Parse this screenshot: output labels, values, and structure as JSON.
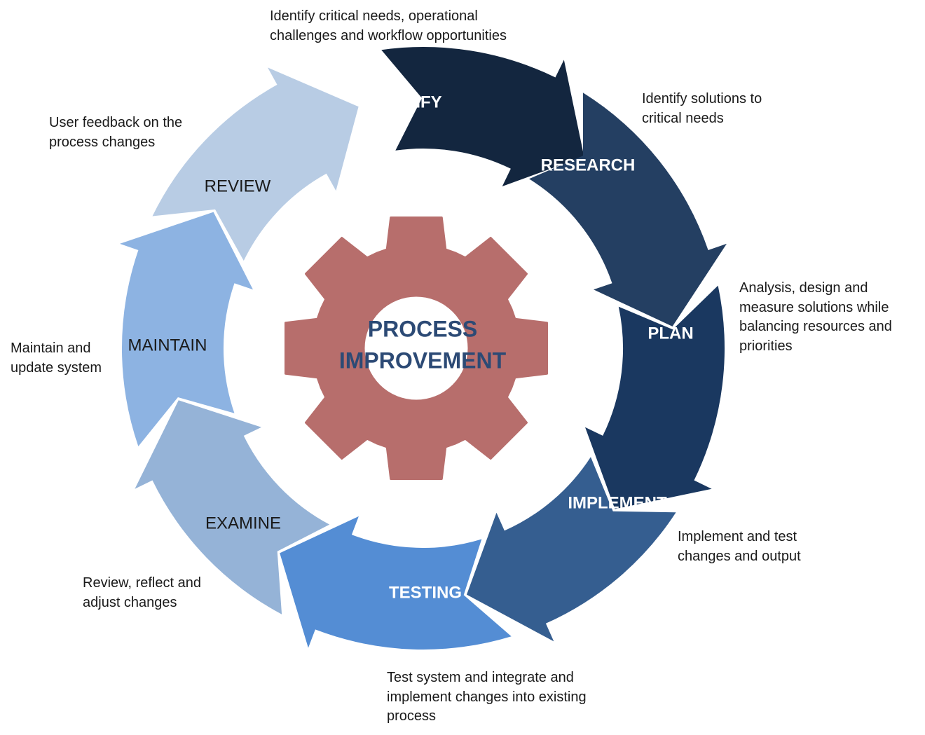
{
  "center": {
    "line1": "PROCESS",
    "line2": "IMPROVEMENT",
    "gear_color": "#b76e6c",
    "text_color": "#2c4a75"
  },
  "stages": [
    {
      "id": "identify",
      "label": "IDENTIFY",
      "color": "#13263f",
      "text_color": "#ffffff",
      "bold": true,
      "description": [
        "Identify critical needs, operational",
        "challenges and workflow opportunities"
      ]
    },
    {
      "id": "research",
      "label": "RESEARCH",
      "color": "#243f62",
      "text_color": "#ffffff",
      "bold": true,
      "description": [
        "Identify solutions to",
        "critical needs"
      ]
    },
    {
      "id": "plan",
      "label": "PLAN",
      "color": "#1a3860",
      "text_color": "#ffffff",
      "bold": true,
      "description": [
        "Analysis, design and",
        "measure solutions while",
        "balancing resources and",
        "priorities"
      ]
    },
    {
      "id": "implement",
      "label": "IMPLEMENT",
      "color": "#355e90",
      "text_color": "#ffffff",
      "bold": true,
      "description": [
        "Implement and test",
        "changes and output"
      ]
    },
    {
      "id": "testing",
      "label": "TESTING",
      "color": "#548dd4",
      "text_color": "#ffffff",
      "bold": true,
      "description": [
        "Test system and integrate and",
        "implement  changes into existing",
        "process"
      ]
    },
    {
      "id": "examine",
      "label": "EXAMINE",
      "color": "#95b3d7",
      "text_color": "#1a1a1a",
      "bold": false,
      "description": [
        "Review, reflect and",
        "adjust changes"
      ]
    },
    {
      "id": "maintain",
      "label": "MAINTAIN",
      "color": "#8db3e2",
      "text_color": "#1a1a1a",
      "bold": false,
      "description": [
        "Maintain and",
        "update system"
      ]
    },
    {
      "id": "review",
      "label": "REVIEW",
      "color": "#b8cce4",
      "text_color": "#1a1a1a",
      "bold": false,
      "description": [
        "User feedback on the",
        "process  changes"
      ]
    }
  ]
}
